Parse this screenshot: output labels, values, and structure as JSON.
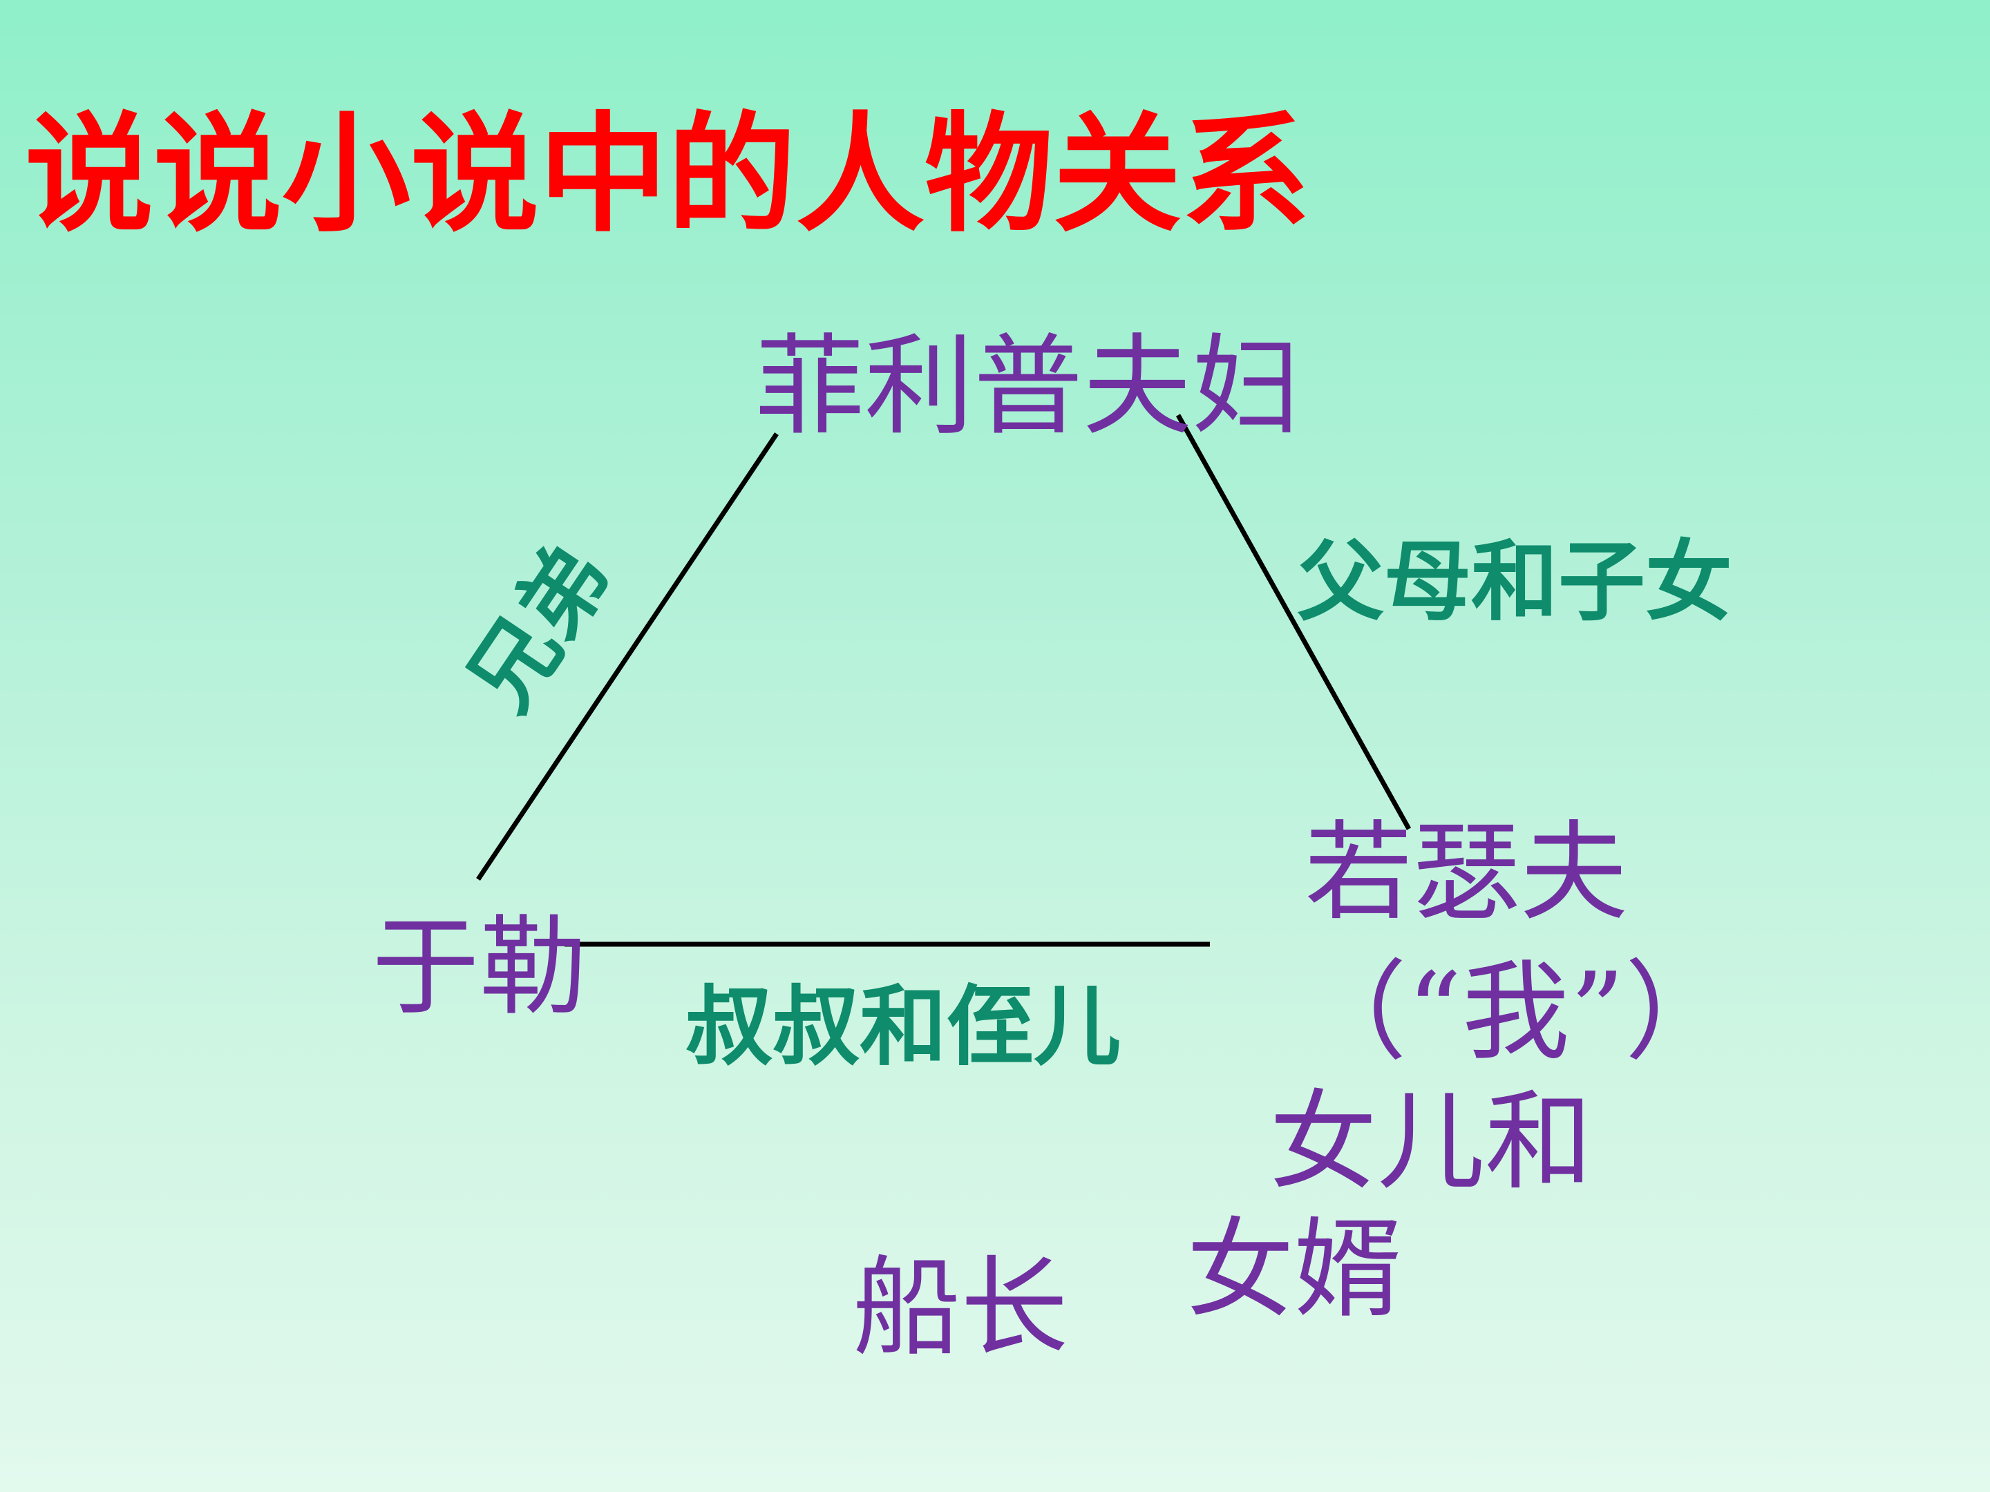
{
  "title": "说说小说中的人物关系",
  "colors": {
    "title": "#ff0000",
    "person": "#7030a0",
    "relation": "#0e8c6c",
    "line": "#000000"
  },
  "people": {
    "philippe_couple": "菲利普夫妇",
    "jules": "于勒",
    "joseph": "若瑟夫",
    "joseph_note": "（“我”）",
    "daughter_and": "女儿和",
    "son_in_law": "女婿",
    "captain": "船长"
  },
  "relations": {
    "brothers": "兄弟",
    "parents_children": "父母和子女",
    "uncle_nephew": "叔叔和侄儿"
  }
}
